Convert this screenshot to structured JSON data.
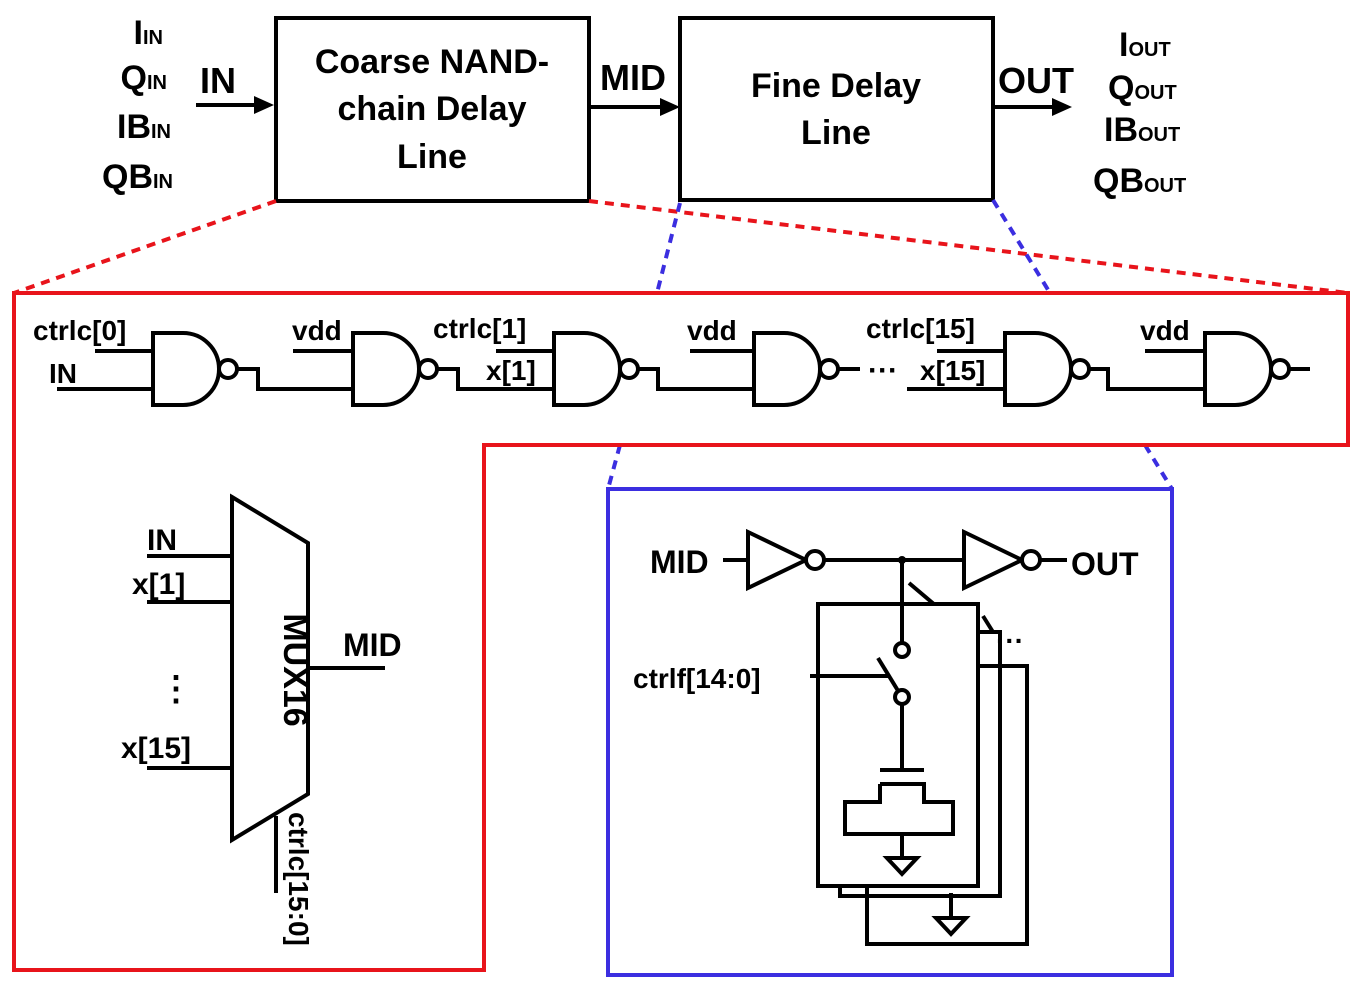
{
  "top": {
    "inputs": [
      {
        "base": "I",
        "sub": "IN"
      },
      {
        "base": "Q",
        "sub": "IN"
      },
      {
        "base": "IB",
        "sub": "IN"
      },
      {
        "base": "QB",
        "sub": "IN"
      }
    ],
    "in_label": "IN",
    "coarse_block": [
      "Coarse NAND-",
      "chain Delay",
      "Line"
    ],
    "mid_label": "MID",
    "fine_block": [
      "Fine Delay",
      "Line"
    ],
    "out_label": "OUT",
    "outputs": [
      {
        "base": "I",
        "sub": "OUT"
      },
      {
        "base": "Q",
        "sub": "OUT"
      },
      {
        "base": "IB",
        "sub": "OUT"
      },
      {
        "base": "QB",
        "sub": "OUT"
      }
    ]
  },
  "nand_chain": {
    "ctrl0": "ctrlc[0]",
    "in": "IN",
    "vdd": "vdd",
    "ctrl1": "ctrlc[1]",
    "x1": "x[1]",
    "dots": "···",
    "ctrl15": "ctrlc[15]",
    "x15": "x[15]"
  },
  "mux": {
    "name": "MUX16",
    "in0": "IN",
    "in1": "x[1]",
    "dots": "⋮",
    "in15": "x[15]",
    "out": "MID",
    "sel": "ctrlc[15:0]"
  },
  "fine": {
    "in": "MID",
    "out": "OUT",
    "ctrl": "ctrlf[14:0]",
    "dots": "···"
  },
  "colors": {
    "coarse_zoom": "#e8141b",
    "fine_zoom": "#3b2ee0",
    "ink": "#000000"
  }
}
